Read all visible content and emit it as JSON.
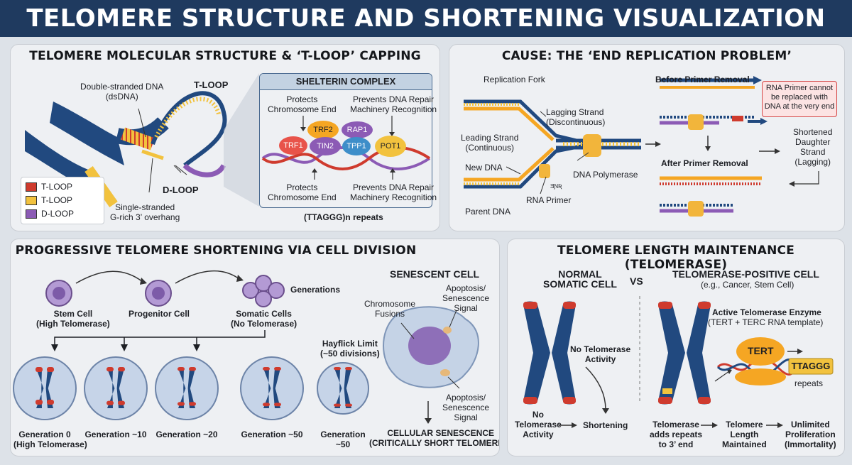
{
  "title": "TELOMERE STRUCTURE AND SHORTENING VISUALIZATION",
  "structure": {
    "title": "TELOMERE MOLECULAR STRUCTURE & ‘T-LOOP’ CAPPING",
    "dsdna": "Double-stranded DNA\n(dsDNA)",
    "tloop": "T-LOOP",
    "dloop": "D-LOOP",
    "overhang": "Single-stranded\nG-rich 3’ overhang",
    "legend": [
      {
        "label": "T-LOOP",
        "color": "#cf3b2e"
      },
      {
        "label": "T-LOOP",
        "color": "#f2c23e"
      },
      {
        "label": "D-LOOP",
        "color": "#8c5bb5"
      }
    ],
    "shelterin": {
      "title": "SHELTERIN COMPLEX",
      "top_left": "Protects\nChromosome End",
      "top_right": "Prevents DNA Repair\nMachinery Recognition",
      "bottom_left": "Protects\nChromosome End",
      "bottom_right": "Prevents DNA Repair\nMachinery Recognition",
      "proteins": [
        "TRF2",
        "RAP1",
        "TRF1",
        "TIN2",
        "TPP1",
        "POT1"
      ],
      "repeats": "(TTAGGG)n repeats"
    }
  },
  "end_replication": {
    "title": "CAUSE: THE ‘END REPLICATION PROBLEM’",
    "fork": "Replication Fork",
    "lagging": "Lagging Strand\n(Discontinuous)",
    "leading": "Leading Strand\n(Continuous)",
    "new_dna": "New DNA",
    "polymerase": "DNA Polymerase",
    "rna_primer": "RNA Primer",
    "small": "ƎƝƦ",
    "parent_dna": "Parent DNA",
    "before": "Before Primer Removal",
    "after": "After Primer Removal",
    "note": "RNA Primer cannot\nbe replaced with\nDNA at the very end",
    "shortened": "Shortened\nDaughter\nStrand\n(Lagging)"
  },
  "shortening": {
    "title": "PROGRESSIVE TELOMERE SHORTENING VIA CELL DIVISION",
    "stem": "Stem Cell\n(High Telomerase)",
    "progenitor": "Progenitor Cell",
    "somatic": "Somatic Cells\n(No Telomerase)",
    "generations": "Generations",
    "hayflick": "Hayflick Limit\n(~50 divisions)",
    "gen_labels": [
      "Generation 0\n(High Telomerase)",
      "Generation ~10",
      "Generation ~20",
      "Generation ~50",
      "Generation\n~50"
    ],
    "dots": "···",
    "senescent": "SENESCENT CELL",
    "fusions": "Chromosome\nFusions",
    "apoptosis1": "Apoptosis/\nSenescence\nSignal",
    "apoptosis2": "Apoptosis/\nSenescence\nSignal",
    "senescence": "CELLULAR SENESCENCE\n(CRITICALLY SHORT TELOMERES)"
  },
  "maintenance": {
    "title": "TELOMERE LENGTH MAINTENANCE (TELOMERASE)",
    "normal": "NORMAL\nSOMATIC CELL",
    "vs": "VS",
    "positive": "TELOMERASE-POSITIVE CELL",
    "positive_sub": "(e.g., Cancer, Stem Cell)",
    "no_activity": "No Telomerase\nActivity",
    "no_activity_bottom": "No\nTelomerase\nActivity",
    "shortening": "Shortening",
    "enzyme": "Active Telomerase Enzyme",
    "enzyme_sub": "(TERT + TERC RNA template)",
    "tert": "TERT",
    "ttaggg": "TTAGGG",
    "repeats": "repeats",
    "flow": [
      "Telomerase\nadds repeats\nto 3’ end",
      "Telomere\nLength\nMaintained",
      "Unlimited\nProliferation\n(Immortality)"
    ]
  },
  "colors": {
    "header": "#1f3a5f",
    "navy": "#21497f",
    "red": "#cf3b2e",
    "yellow": "#f2c23e",
    "purple": "#8c5bb5",
    "orange": "#f5b430"
  }
}
